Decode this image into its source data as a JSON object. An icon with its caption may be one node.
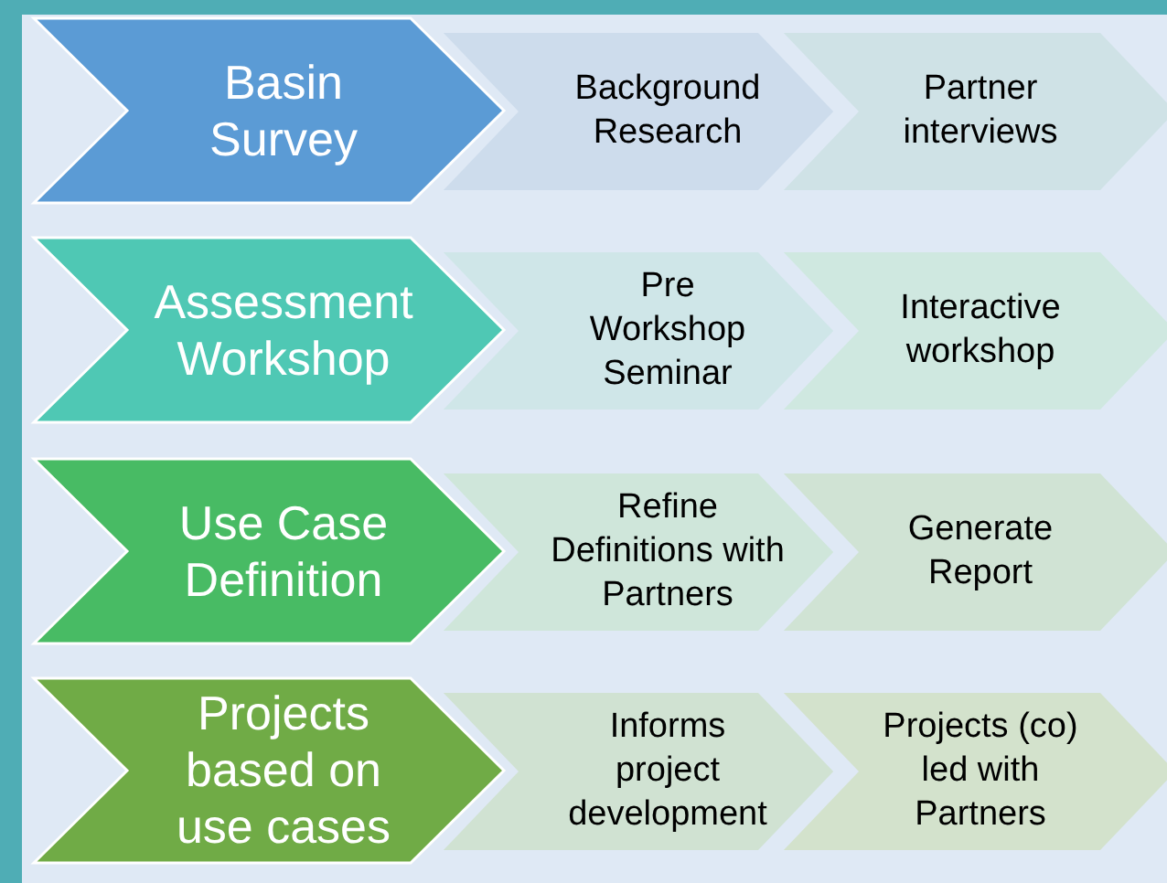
{
  "diagram": {
    "nodes": [
      {
        "text": [
          "Basin Survey"
        ]
      },
      {
        "text": [
          "Background Research"
        ]
      },
      {
        "text": [
          "Partner interviews"
        ]
      },
      {
        "text": [
          "Assessment Workshop"
        ]
      },
      {
        "text": [
          "Pre Workshop Seminar"
        ]
      },
      {
        "text": [
          "Interactive workshop"
        ]
      },
      {
        "text": [
          "Use Case Definition"
        ]
      },
      {
        "text": [
          "Refine Definitions with Partners"
        ]
      },
      {
        "text": [
          "Generate Report"
        ]
      },
      {
        "text": [
          "Projects based on use cases"
        ]
      },
      {
        "text": [
          "Informs project development"
        ]
      },
      {
        "text": [
          "Projects (co) led with Partners"
        ]
      }
    ]
  }
}
